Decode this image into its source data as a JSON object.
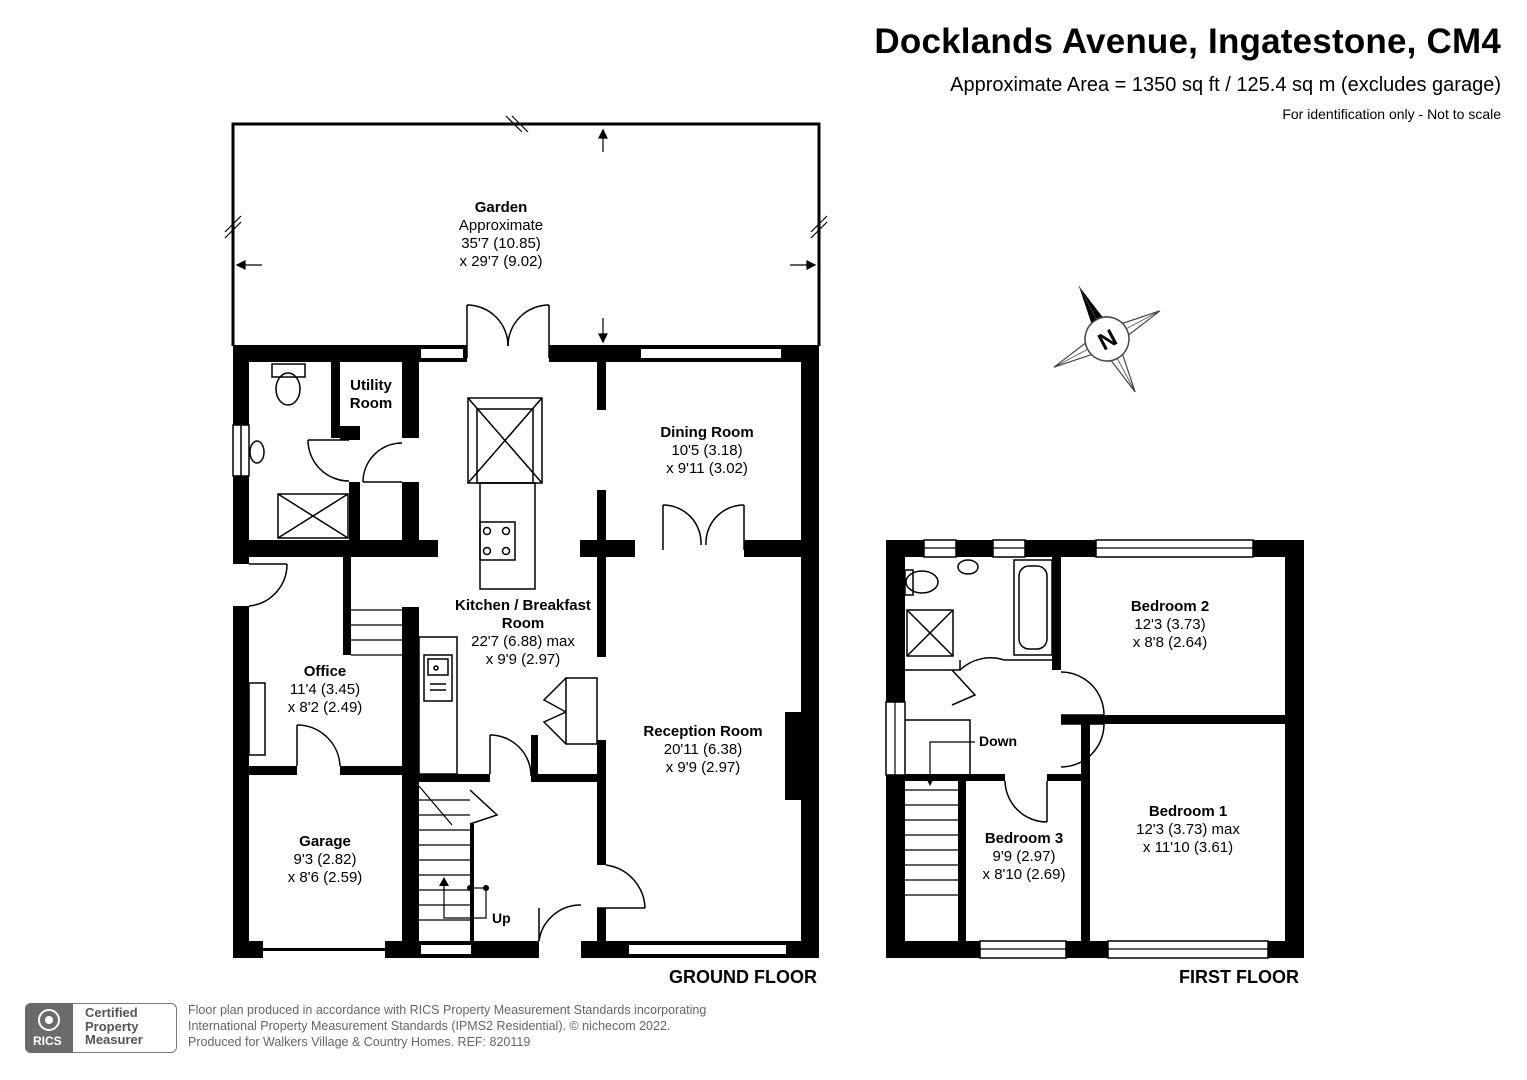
{
  "header": {
    "title": "Docklands Avenue, Ingatestone, CM4",
    "area": "Approximate Area = 1350 sq ft / 125.4 sq m (excludes garage)",
    "note": "For identification only - Not to scale"
  },
  "compass": {
    "letter": "N"
  },
  "rooms": {
    "garden": {
      "name": "Garden",
      "line1": "Approximate",
      "line2": "35'7 (10.85)",
      "line3": "x  29'7 (9.02)"
    },
    "utility": {
      "name": "Utility Room"
    },
    "dining": {
      "name": "Dining Room",
      "line1": "10'5 (3.18)",
      "line2": "x 9'11 (3.02)"
    },
    "kitchen": {
      "name": "Kitchen / Breakfast Room",
      "line1": "22'7 (6.88) max",
      "line2": "x 9'9 (2.97)"
    },
    "office": {
      "name": "Office",
      "line1": "11'4 (3.45)",
      "line2": "x 8'2 (2.49)"
    },
    "reception": {
      "name": "Reception Room",
      "line1": "20'11 (6.38)",
      "line2": "x 9'9 (2.97)"
    },
    "garage": {
      "name": "Garage",
      "line1": "9'3 (2.82)",
      "line2": "x 8'6 (2.59)"
    },
    "bedroom2": {
      "name": "Bedroom 2",
      "line1": "12'3 (3.73)",
      "line2": "x 8'8 (2.64)"
    },
    "bedroom1": {
      "name": "Bedroom 1",
      "line1": "12'3 (3.73) max",
      "line2": "x 11'10 (3.61)"
    },
    "bedroom3": {
      "name": "Bedroom 3",
      "line1": "9'9 (2.97)",
      "line2": "x 8'10 (2.69)"
    }
  },
  "stairs": {
    "up": "Up",
    "down": "Down"
  },
  "floors": {
    "ground": "GROUND FLOOR",
    "first": "FIRST FLOOR"
  },
  "badge": {
    "rics": "RICS",
    "cert": "Certified Property Measurer"
  },
  "footer": {
    "line1": "Floor plan produced in accordance with RICS Property Measurement Standards incorporating",
    "line2": "International Property Measurement Standards (IPMS2 Residential).  © nichecom 2022.",
    "line3": "Produced for Walkers Village & Country Homes.   REF:  820119"
  },
  "colors": {
    "wall": "#000000",
    "line": "#000000",
    "badge_grey": "#6b6b6b"
  }
}
